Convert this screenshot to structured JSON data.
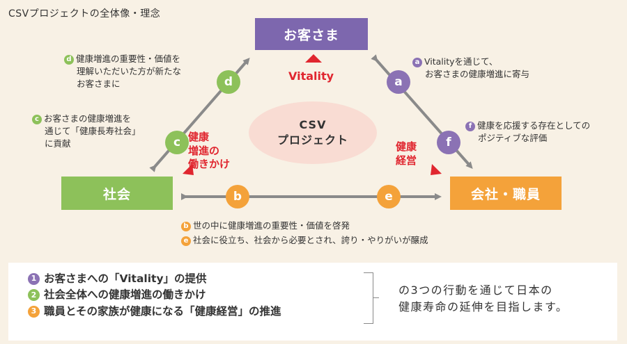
{
  "title": "CSVプロジェクトの全体像・理念",
  "nodes": {
    "customers": "お客さま",
    "society": "社会",
    "company": "会社・職員"
  },
  "center": {
    "line1": "CSV",
    "line2": "プロジェクト"
  },
  "circles": {
    "a": "a",
    "b": "b",
    "c": "c",
    "d": "d",
    "e": "e",
    "f": "f"
  },
  "red_labels": {
    "vitality": "Vitality",
    "health_promotion": [
      "健康",
      "増進の",
      "働きかけ"
    ],
    "health_management": [
      "健康",
      "経営"
    ]
  },
  "notes": {
    "a": [
      "Vitalityを通じて、",
      "お客さまの健康増進に寄与"
    ],
    "b": "世の中に健康増進の重要性・価値を啓発",
    "c": [
      "お客さまの健康増進を",
      "通じて「健康長寿社会」",
      "に貢献"
    ],
    "d": [
      "健康増進の重要性・価値を",
      "理解いただいた方が新たな",
      "お客さまに"
    ],
    "e": "社会に役立ち、社会から必要とされ、誇り・やりがいが醸成",
    "f": [
      "健康を応援する存在としての",
      "ポジティブな評価"
    ]
  },
  "bottom": {
    "items": [
      {
        "num": "1",
        "text": "お客さまへの「Vitality」の提供"
      },
      {
        "num": "2",
        "text": "社会全体への健康増進の働きかけ"
      },
      {
        "num": "3",
        "text": "職員とその家族が健康になる「健康経営」の推進"
      }
    ],
    "summary": [
      "の3つの行動を通じて日本の",
      "健康寿命の延伸を目指します。"
    ]
  },
  "colors": {
    "purple": "#7d67ae",
    "green": "#8dc15a",
    "orange": "#f4a23a",
    "red": "#e0262f",
    "arrow": "#8a8a8a",
    "background": "#f8f1e5",
    "ellipse": "#f9dcd3"
  }
}
